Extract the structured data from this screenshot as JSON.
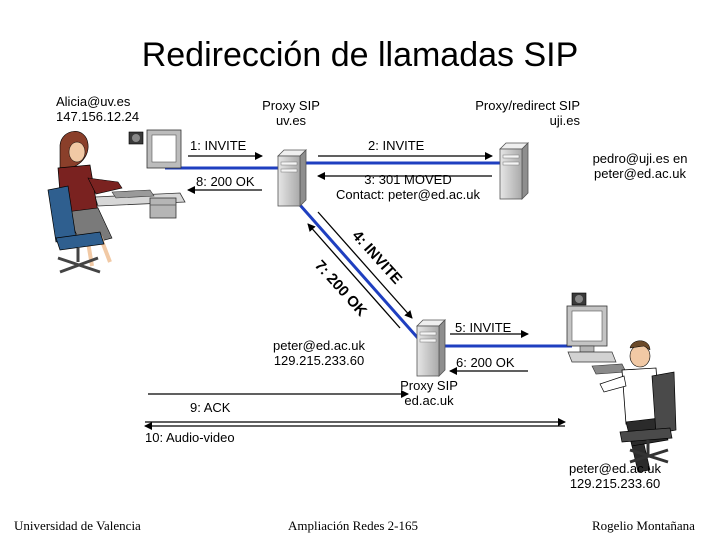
{
  "title": "Redirección de llamadas SIP",
  "nodes": {
    "alicia": {
      "line1": "Alicia@uv.es",
      "line2": "147.156.12.24"
    },
    "proxy_uv": {
      "line1": "Proxy SIP",
      "line2": "uv.es"
    },
    "proxy_uji": {
      "line1": "Proxy/redirect SIP",
      "line2": "uji.es"
    },
    "pedro": {
      "line1": "pedro@uji.es  en",
      "line2": "peter@ed.ac.uk"
    },
    "peter_box": {
      "line1": "peter@ed.ac.uk",
      "line2": "129.215.233.60"
    },
    "proxy_ed": {
      "line1": "Proxy SIP",
      "line2": "ed.ac.uk"
    },
    "peter": {
      "line1": "peter@ed.ac.uk",
      "line2": "129.215.233.60"
    }
  },
  "messages": {
    "m1": "1: INVITE",
    "m2": "2: INVITE",
    "m3_line1": "3: 301 MOVED",
    "m3_line2": "Contact: peter@ed.ac.uk",
    "m4": "4: INVITE",
    "m5": "5: INVITE",
    "m6": "6: 200 OK",
    "m7": "7: 200 OK",
    "m8": "8: 200 OK",
    "m9": "9: ACK",
    "m10": "10: Audio-video"
  },
  "footer": {
    "left": "Universidad de Valencia",
    "center": "Ampliación Redes 2-165",
    "right": "Rogelio Montañana"
  },
  "colors": {
    "link": "#1f3fc0",
    "arrow": "#000000",
    "server": "#c8c8c8"
  }
}
